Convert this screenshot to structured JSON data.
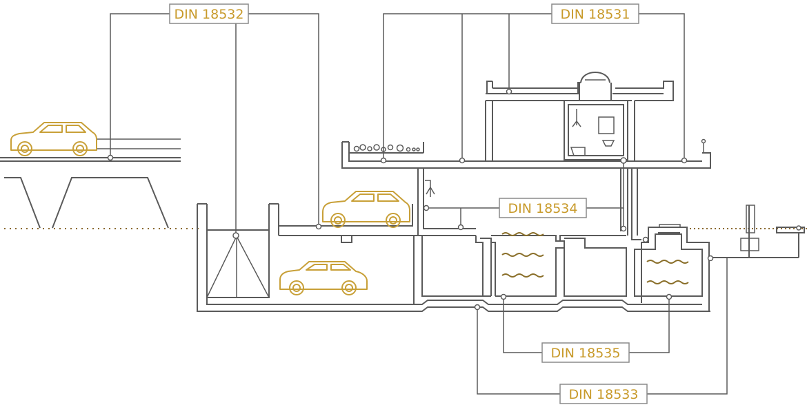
{
  "labels": {
    "din_18532": "DIN 18532",
    "din_18531": "DIN 18531",
    "din_18534": "DIN 18534",
    "din_18535": "DIN 18535",
    "din_18533": "DIN 18533"
  },
  "colors": {
    "line": "#5a5a5a",
    "accent": "#c8a038",
    "label_text": "#c89a2a"
  }
}
